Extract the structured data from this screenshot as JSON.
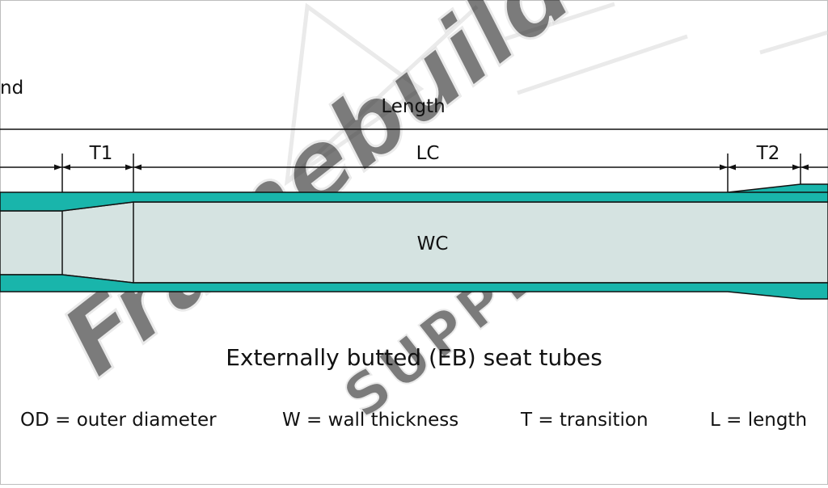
{
  "colors": {
    "wall": "#19b5ab",
    "bore": "#d5e3e1",
    "stroke": "#111111",
    "watermark": "#d0d0d0"
  },
  "labels": {
    "top_left_partial": "nd",
    "length": "Length",
    "t1": "T1",
    "lc": "LC",
    "t2": "T2",
    "wc": "WC"
  },
  "caption": "Externally butted (EB) seat tubes",
  "legend": [
    "OD = outer diameter",
    "W = wall thickness",
    "T = transition",
    "L = length"
  ],
  "watermark_text": {
    "main": "Framebuilder",
    "sub": "SUPPLY"
  }
}
